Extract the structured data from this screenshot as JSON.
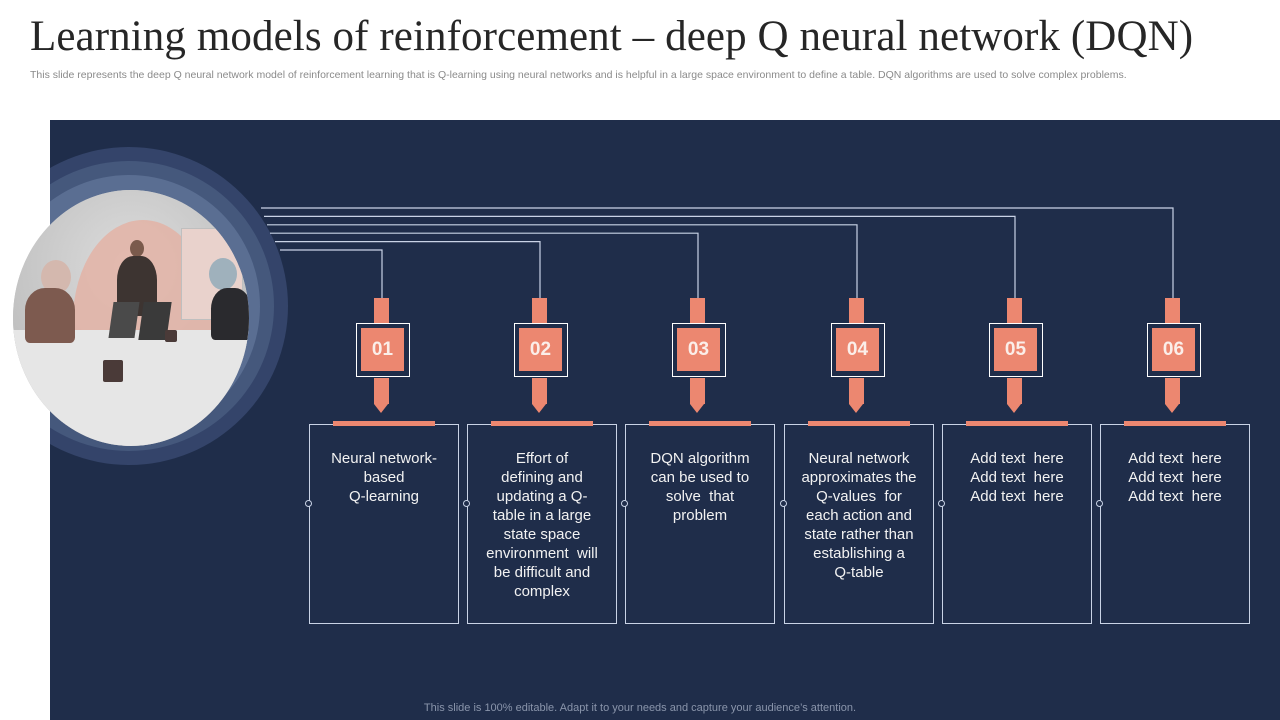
{
  "slide": {
    "title": "Learning models of reinforcement – deep Q neural network (DQN)",
    "subtitle": "This slide represents the deep Q neural network model of reinforcement learning that is Q-learning using neural networks and is helpful in a large space environment to define a table. DQN algorithms are used to solve complex problems.",
    "footer": "This slide is 100% editable. Adapt it to your needs and capture your audience’s attention."
  },
  "colors": {
    "panel": "#1f2d4a",
    "accent": "#ec8770",
    "line": "#c9d3e6",
    "ring_outer": "#34446a",
    "ring_mid": "#45587c",
    "ring_inner": "#5a6e92"
  },
  "image": {
    "description": "team meeting photo in circular frame"
  },
  "steps": [
    {
      "number": "01",
      "text": "Neural network-\nbased\nQ-learning"
    },
    {
      "number": "02",
      "text": "Effort of\ndefining and\nupdating a Q-\ntable in a large\nstate space\nenvironment  will\nbe difficult and\ncomplex"
    },
    {
      "number": "03",
      "text": "DQN algorithm\ncan be used to\nsolve  that\nproblem"
    },
    {
      "number": "04",
      "text": "Neural network\napproximates the\nQ-values  for\neach action and\nstate rather than\nestablishing a\nQ-table"
    },
    {
      "number": "05",
      "text": "Add text  here\nAdd text  here\nAdd text  here"
    },
    {
      "number": "06",
      "text": "Add text  here\nAdd text  here\nAdd text  here"
    }
  ]
}
